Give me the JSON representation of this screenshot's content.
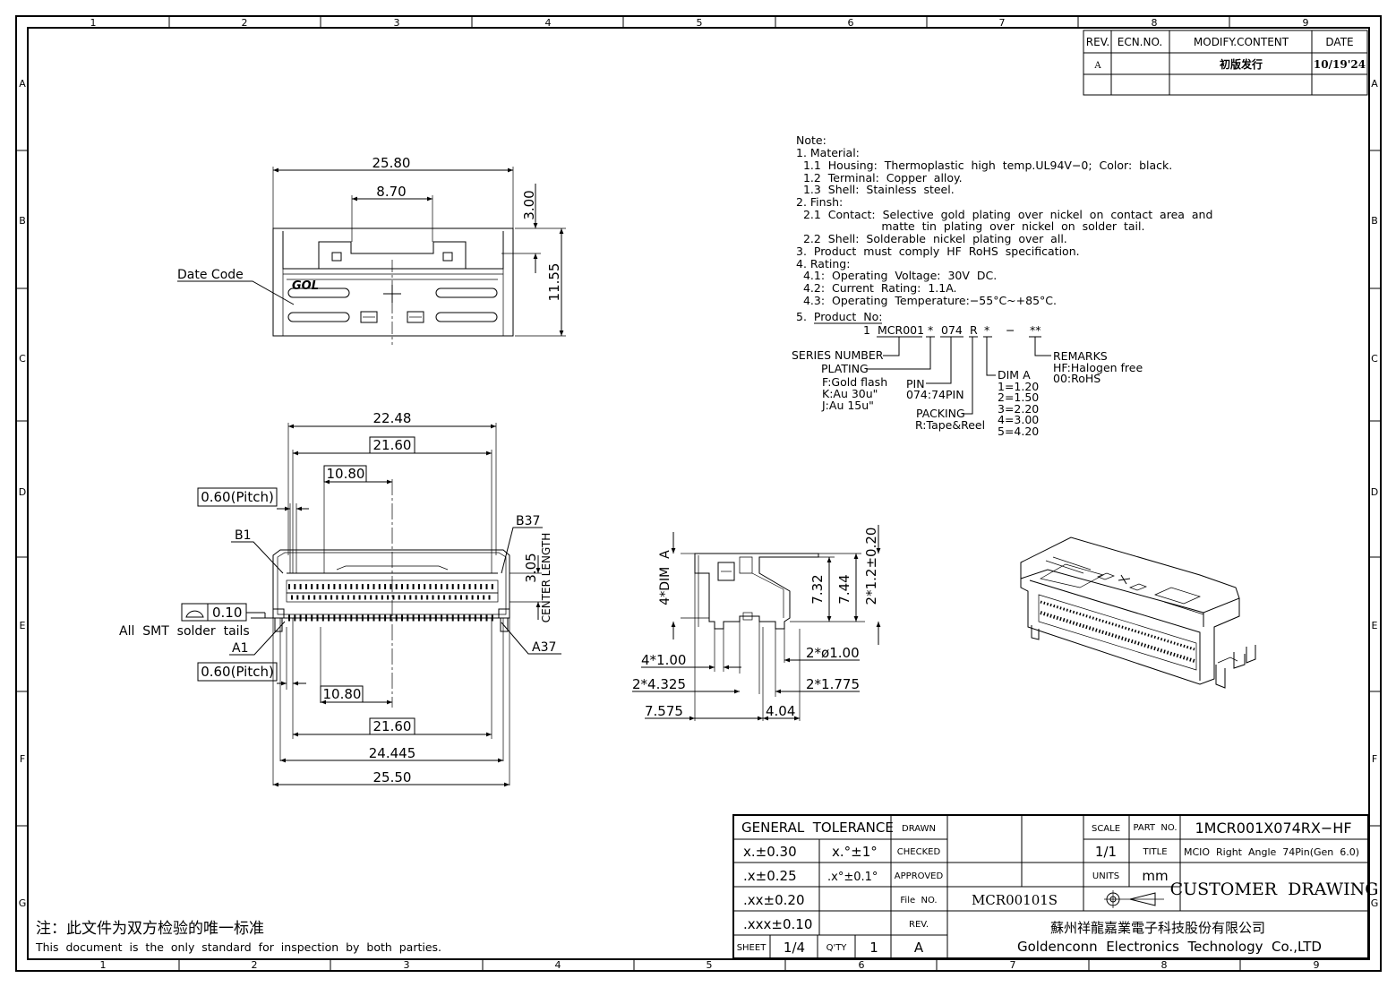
{
  "border": {
    "top_numbers": [
      "1",
      "2",
      "3",
      "4",
      "5",
      "6",
      "7",
      "8",
      "9"
    ],
    "bottom_numbers": [
      "1",
      "2",
      "3",
      "4",
      "5",
      "6",
      "7",
      "8",
      "9"
    ],
    "side_letters": [
      "A",
      "B",
      "C",
      "D",
      "E",
      "F",
      "G"
    ]
  },
  "revision_table": {
    "headers": [
      "REV.",
      "ECN.NO.",
      "MODIFY.CONTENT",
      "DATE"
    ],
    "rows": [
      [
        "A",
        "",
        "初版发行",
        "10/19'24"
      ]
    ]
  },
  "notes": {
    "lines": [
      "Note:",
      "1.  Material:",
      "  1.1  Housing:  Thermoplastic  high  temp.UL94V−0;  Color:  black.",
      "  1.2  Terminal:  Copper  alloy.",
      "  1.3  Shell:  Stainless  steel.",
      "2.  Finsh:",
      "  2.1  Contact:  Selective  gold  plating  over  nickel  on  contact  area  and",
      "                        matte  tin  plating  over  nickel  on  solder  tail.",
      "  2.2  Shell:  Solderable  nickel  plating  over  all.",
      "3.  Product  must  comply  HF  RoHS  specification.",
      "4.  Rating:",
      "  4.1:  Operating  Voltage:  30V  DC.",
      "  4.2:  Current  Rating:  1.1A.",
      "  4.3:  Operating  Temperature:−55°C~+85°C."
    ],
    "product_no_title": "5.  Product  No:",
    "pn_prefix": "1",
    "pn_series": "MCR001",
    "pn_star1": "*",
    "pn_pin": "074",
    "pn_r": "R",
    "pn_star2": "*",
    "pn_dash": "−",
    "pn_stars": "**",
    "series_number": "SERIES  NUMBER",
    "plating": "PLATING",
    "plating_f": "F:Gold  flash",
    "plating_k": "K:Au  30u\"",
    "plating_j": "J:Au  15u\"",
    "pin_label": "PIN",
    "pin_value": "074:74PIN",
    "packing_label": "PACKING",
    "packing_value": "R:Tape&Reel",
    "dim_a_label": "DIM  A",
    "dim_a_values": [
      "1=1.20",
      "2=1.50",
      "3=2.20",
      "4=3.00",
      "5=4.20"
    ],
    "remarks_label": "REMARKS",
    "remarks_hf": "HF:Halogen  free",
    "remarks_00": "00:RoHS"
  },
  "top_view": {
    "dim_width": "25.80",
    "dim_slot": "8.70",
    "dim_top": "3.00",
    "dim_height": "11.55",
    "date_code": "Date  Code",
    "logo": "GOL"
  },
  "front_view": {
    "d_22_48": "22.48",
    "d_21_60_top": "21.60",
    "d_10_80_top": "10.80",
    "pitch_top": "0.60(Pitch)",
    "b1": "B1",
    "b37": "B37",
    "center_dim": "3.05",
    "center_length": "CENTER  LENGTH",
    "flatness": "0.10",
    "smt": "All  SMT  solder  tails",
    "a1": "A1",
    "a37": "A37",
    "pitch_bottom": "0.60(Pitch)",
    "d_10_80_bot": "10.80",
    "d_21_60_bot": "21.60",
    "d_24_445": "24.445",
    "d_25_50": "25.50"
  },
  "side_view": {
    "dim_a": "4*DIM  A",
    "d_7_32": "7.32",
    "d_7_44": "7.44",
    "d_2_1_2": "2*1.2±0.20",
    "d_4_1_00": "4*1.00",
    "d_2_phi": "2*ø1.00",
    "d_2_4_325": "2*4.325",
    "d_2_1_775": "2*1.775",
    "d_7_575": "7.575",
    "d_4_04": "4.04"
  },
  "title_block": {
    "general_tolerance": "GENERAL  TOLERANCE",
    "tol_x": "x.±0.30",
    "tol_xa": "x.°±1°",
    "tol_xx": ".x±0.25",
    "tol_xxa": ".x°±0.1°",
    "tol_xxx": ".xx±0.20",
    "tol_xxxx": ".xxx±0.10",
    "drawn": "DRAWN",
    "checked": "CHECKED",
    "approved": "APPROVED",
    "file_no": "File  NO.",
    "file_value": "MCR00101S",
    "rev": "REV.",
    "rev_value": "A",
    "sheet": "SHEET",
    "sheet_value": "1/4",
    "qty": "Q'TY",
    "qty_value": "1",
    "scale": "SCALE",
    "scale_value": "1/1",
    "units": "UNITS",
    "units_value": "mm",
    "part_no_label": "PART  NO.",
    "part_no": "1MCR001X074RX−HF",
    "title_label": "TITLE",
    "title_value": "MCIO  Right  Angle  74Pin(Gen  6.0)",
    "customer_drawing": "CUSTOMER  DRAWING",
    "company_cn": "蘇州祥龍嘉業電子科技股份有限公司",
    "company_en": "Goldenconn  Electronics  Technology  Co.,LTD"
  },
  "footer": {
    "cn_note": "注：此文件为双方检验的唯一标准",
    "en_note": "This  document  is  the  only  standard  for  inspection  by  both  parties."
  }
}
